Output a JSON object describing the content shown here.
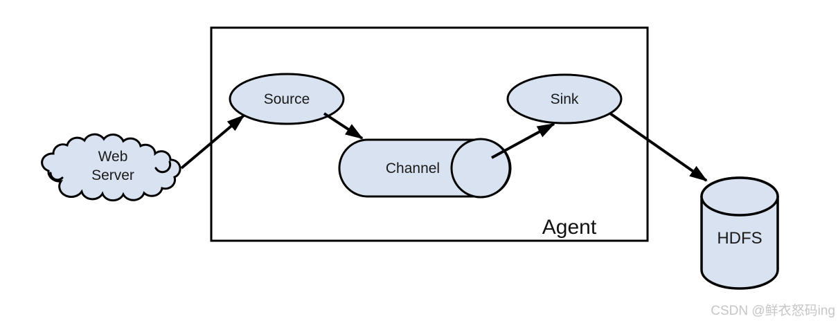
{
  "diagram": {
    "type": "flume-agent-architecture",
    "watermark": "CSDN @鲜衣怒码ing",
    "colors": {
      "node_fill": "#d9e2f0",
      "stroke": "#000000",
      "watermark": "#c6c6c6",
      "background": "#ffffff"
    },
    "nodes": {
      "web_server": {
        "shape": "cloud",
        "line1": "Web",
        "line2": "Server"
      },
      "source": {
        "shape": "ellipse",
        "label": "Source"
      },
      "channel": {
        "shape": "horizontal-cylinder",
        "label": "Channel"
      },
      "sink": {
        "shape": "ellipse",
        "label": "Sink"
      },
      "hdfs": {
        "shape": "cylinder",
        "label": "HDFS"
      },
      "agent": {
        "shape": "container-box",
        "label": "Agent"
      }
    },
    "edges": [
      {
        "from": "Web Server",
        "to": "Source"
      },
      {
        "from": "Source",
        "to": "Channel"
      },
      {
        "from": "Channel",
        "to": "Sink"
      },
      {
        "from": "Sink",
        "to": "HDFS"
      }
    ]
  }
}
